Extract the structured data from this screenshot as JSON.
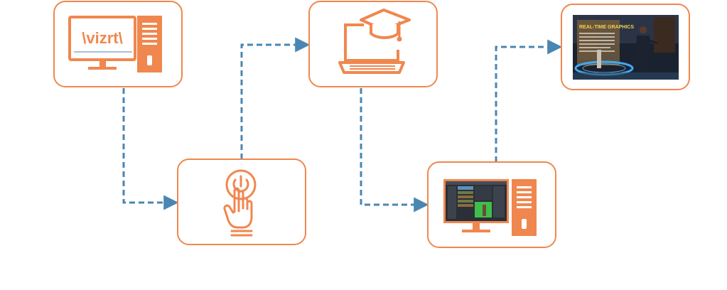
{
  "colors": {
    "accent": "#F0874F",
    "connector": "#4A86B2",
    "background": "#FFFFFF",
    "screen_dark": "#1E2733"
  },
  "nodes": [
    {
      "id": "vizrt-workstation",
      "icon": "desktop-computer-icon",
      "logo_text": "\\vizrt\\"
    },
    {
      "id": "power-touch",
      "icon": "power-button-hand-icon"
    },
    {
      "id": "training-laptop",
      "icon": "graduation-laptop-icon"
    },
    {
      "id": "virtual-studio-workstation",
      "icon": "desktop-computer-software-icon"
    },
    {
      "id": "broadcast-output",
      "icon": "tv-studio-image-icon",
      "screen_text": "REAL-TIME GRAPHICS"
    }
  ],
  "connectors": [
    {
      "from": "vizrt-workstation",
      "to": "power-touch",
      "style": "dashed"
    },
    {
      "from": "power-touch",
      "to": "training-laptop",
      "style": "dashed"
    },
    {
      "from": "training-laptop",
      "to": "virtual-studio-workstation",
      "style": "dashed"
    },
    {
      "from": "virtual-studio-workstation",
      "to": "broadcast-output",
      "style": "dashed"
    }
  ]
}
